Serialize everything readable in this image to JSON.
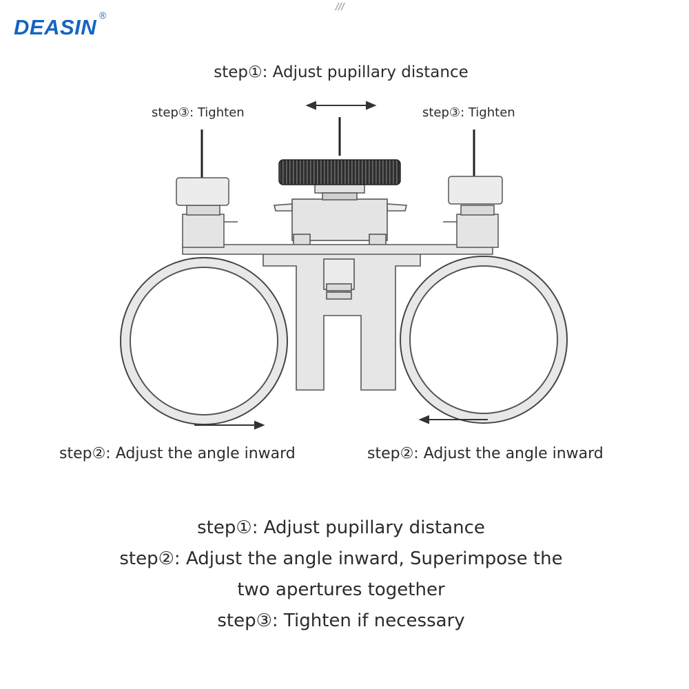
{
  "brand": {
    "logo": "DEASIN",
    "registered_mark": "®",
    "corner_mark": "///"
  },
  "diagram": {
    "label_top": "step①: Adjust pupillary distance",
    "label_top_left": "step③: Tighten",
    "label_top_right": "step③: Tighten",
    "label_bottom_left": "step②: Adjust the angle inward",
    "label_bottom_right": "step②: Adjust the angle inward"
  },
  "instructions": [
    "step①: Adjust pupillary distance",
    "step②: Adjust the angle inward, Superimpose the",
    "two apertures together",
    "step③: Tighten if necessary"
  ],
  "colors": {
    "brand_blue": "#1565c0",
    "metal_fill": "#e9e9e9",
    "line": "#3a3a3a"
  }
}
